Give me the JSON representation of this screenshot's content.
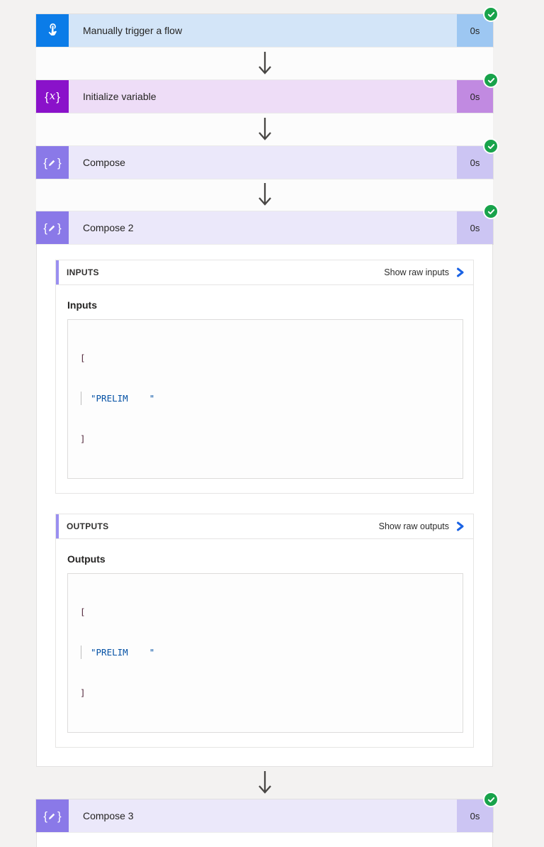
{
  "page": {
    "background_color": "#f3f2f1",
    "status_success_color": "#18a34b",
    "arrow_color": "#484644",
    "link_chevron_color": "#1b63e4",
    "code_string_color": "#0451a5"
  },
  "nodes": [
    {
      "title": "Manually trigger a flow",
      "duration": "0s",
      "status": "succeeded",
      "icon": "hand-tap-icon",
      "icon_bg": "#0b7ce8",
      "header_bg": "#d3e5f8",
      "duration_bg": "#9dc7f2"
    },
    {
      "title": "Initialize variable",
      "duration": "0s",
      "status": "succeeded",
      "icon": "variable-braces-x-icon",
      "icon_bg": "#8a12ca",
      "header_bg": "#eeddf7",
      "duration_bg": "#c18ae1",
      "icon_glyph_open": "{",
      "icon_glyph_var": "x",
      "icon_glyph_close": "}"
    },
    {
      "title": "Compose",
      "duration": "0s",
      "status": "succeeded",
      "icon": "braces-pencil-icon",
      "icon_bg": "#8a79e8",
      "header_bg": "#ebe8fa",
      "duration_bg": "#ccc5f3",
      "icon_glyph_open": "{",
      "icon_glyph_close": "}"
    },
    {
      "title": "Compose 2",
      "duration": "0s",
      "status": "succeeded",
      "icon": "braces-pencil-icon",
      "icon_bg": "#8a79e8",
      "header_bg": "#ebe8fa",
      "duration_bg": "#ccc5f3",
      "icon_glyph_open": "{",
      "icon_glyph_close": "}",
      "expanded": true,
      "sections": [
        {
          "header": "INPUTS",
          "link_label": "Show raw inputs",
          "field_label": "Inputs",
          "code_lines": [
            "[",
            "\"PRELIM    \"",
            "]"
          ]
        },
        {
          "header": "OUTPUTS",
          "link_label": "Show raw outputs",
          "field_label": "Outputs",
          "code_lines": [
            "[",
            "\"PRELIM    \"",
            "]"
          ]
        }
      ]
    },
    {
      "title": "Compose 3",
      "duration": "0s",
      "status": "succeeded",
      "icon": "braces-pencil-icon",
      "icon_bg": "#8a79e8",
      "header_bg": "#ebe8fa",
      "duration_bg": "#ccc5f3",
      "icon_glyph_open": "{",
      "icon_glyph_close": "}",
      "expanded": true
    }
  ]
}
